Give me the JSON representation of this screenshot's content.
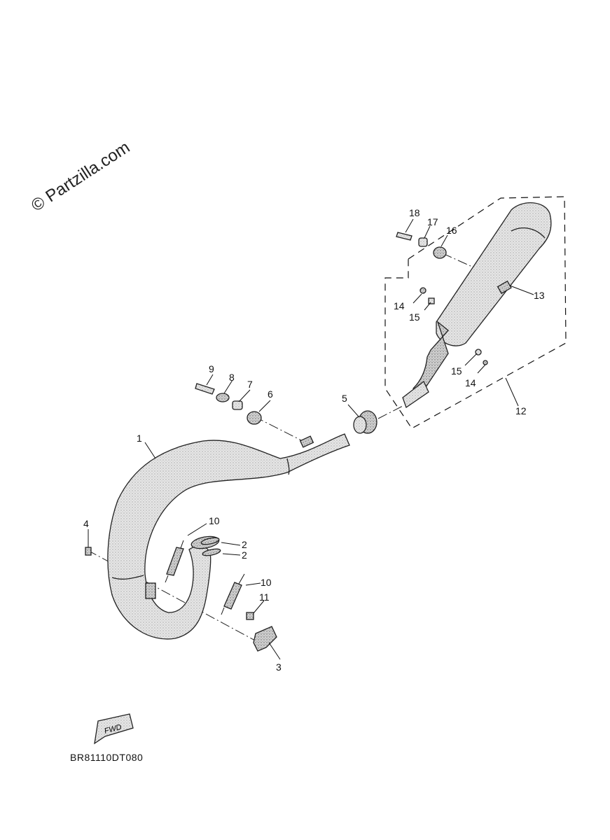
{
  "watermark": "© Partzilla.com",
  "diagram_code": "BR81110DT080",
  "fwd_label": "FWD",
  "callouts": {
    "c1": "1",
    "c2a": "2",
    "c2b": "2",
    "c3": "3",
    "c4": "4",
    "c5": "5",
    "c6": "6",
    "c7": "7",
    "c8": "8",
    "c9": "9",
    "c10a": "10",
    "c10b": "10",
    "c11": "11",
    "c12": "12",
    "c13": "13",
    "c14a": "14",
    "c14b": "14",
    "c15a": "15",
    "c15b": "15",
    "c16": "16",
    "c17": "17",
    "c18": "18"
  }
}
